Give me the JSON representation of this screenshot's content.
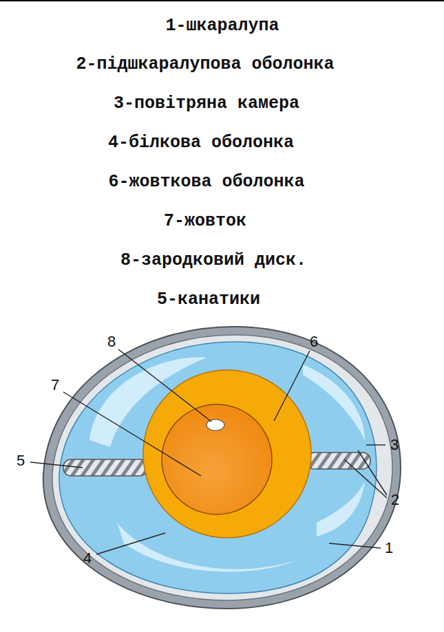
{
  "diagram": {
    "labels": [
      "1-шкаралупа",
      "2-підшкаралупова оболонка",
      "3-повітряна камера",
      "4-білкова оболонка",
      "6-жовткова оболонка",
      "7-жовток",
      "8-зародковий диск.",
      "5-канатики",
      "8",
      "6",
      "7",
      "3",
      "5",
      "2",
      "4",
      "1"
    ]
  }
}
